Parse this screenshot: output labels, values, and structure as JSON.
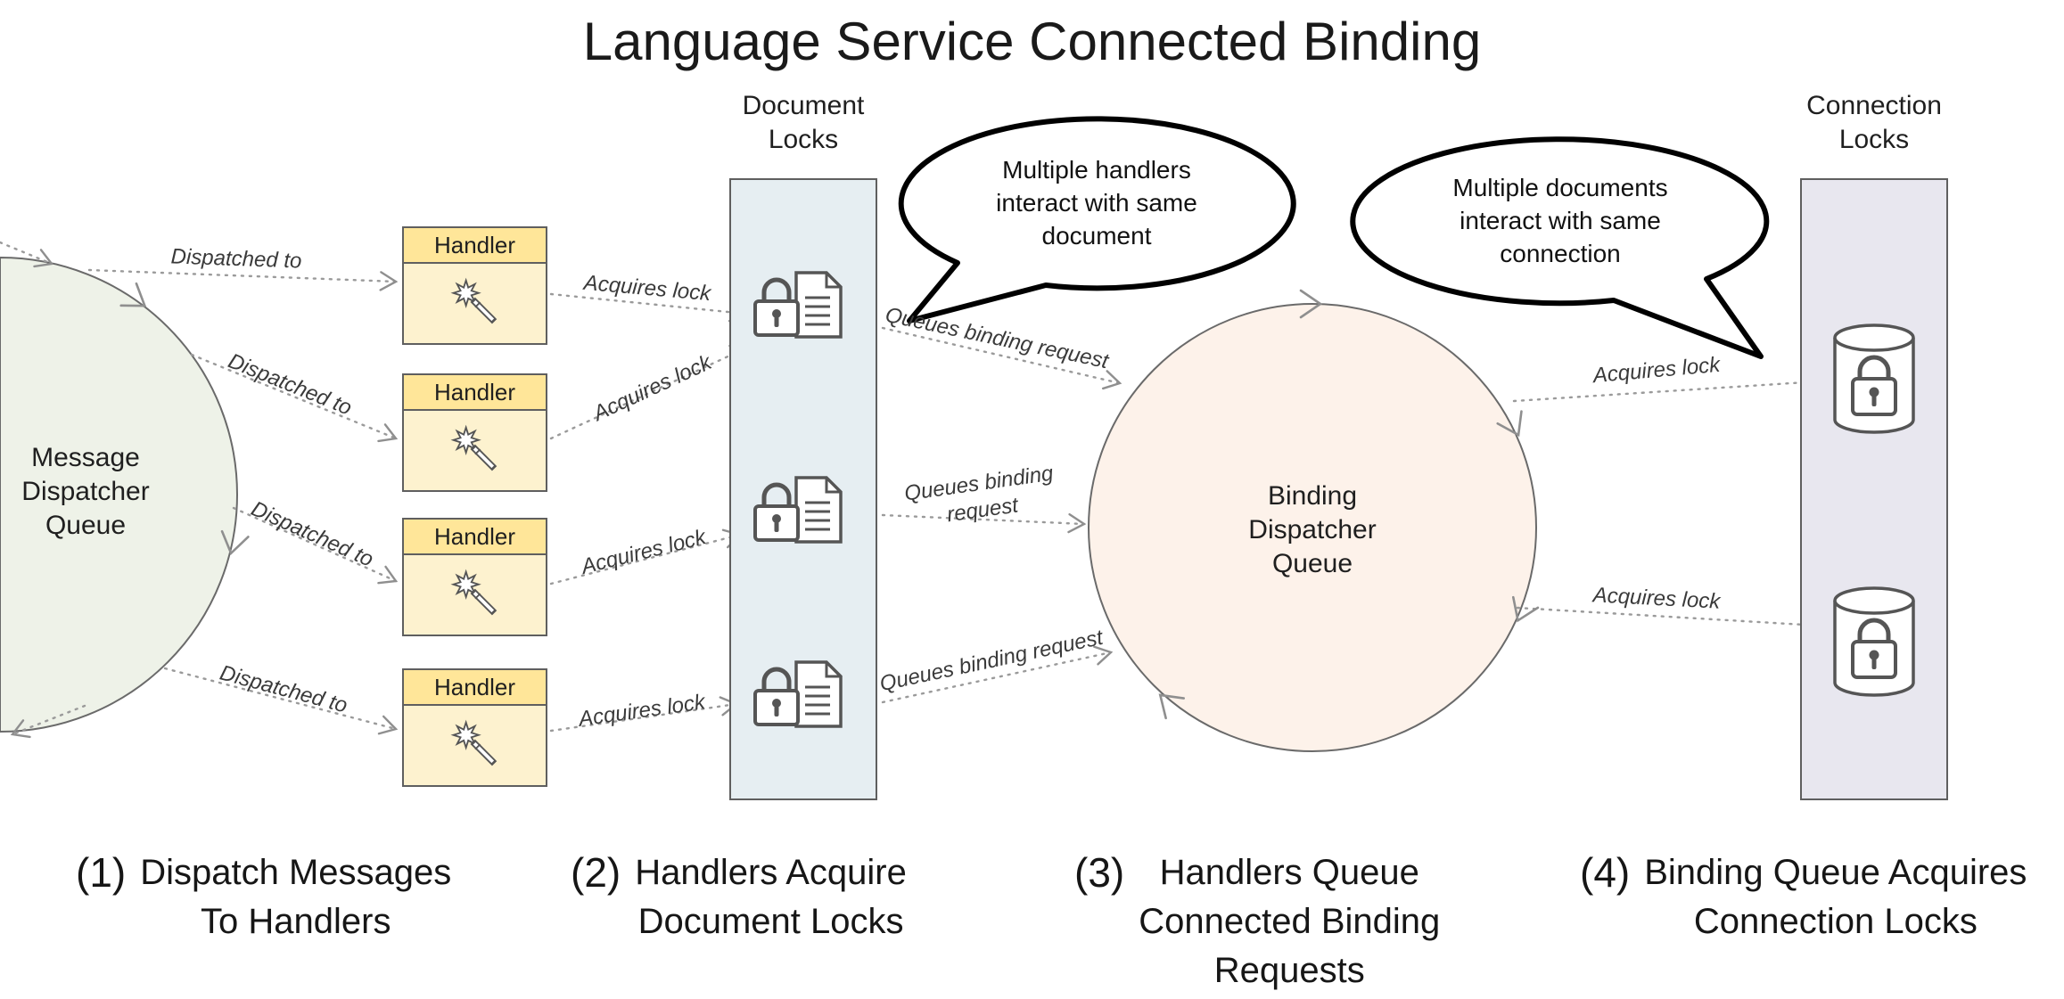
{
  "title": "Language Service Connected Binding",
  "message_queue": {
    "lines": [
      "Message",
      "Dispatcher",
      "Queue"
    ]
  },
  "handlers": {
    "title": "Handler"
  },
  "document_locks": {
    "lines": [
      "Document",
      "Locks"
    ]
  },
  "connection_locks": {
    "lines": [
      "Connection",
      "Locks"
    ]
  },
  "binding_queue": {
    "lines": [
      "Binding",
      "Dispatcher",
      "Queue"
    ]
  },
  "bubbles": {
    "handlers_doc": {
      "lines": [
        "Multiple handlers",
        "interact with same",
        "document"
      ]
    },
    "documents_conn": {
      "lines": [
        "Multiple documents",
        "interact with same",
        "connection"
      ]
    }
  },
  "edge_labels": {
    "dispatched_to": "Dispatched to",
    "acquires_lock": "Acquires lock",
    "queues_binding_request": "Queues binding request",
    "queues_binding_line1": "Queues binding",
    "queues_binding_line2": "request"
  },
  "captions": [
    {
      "num": "(1)",
      "lines": [
        "Dispatch Messages",
        "To Handlers"
      ]
    },
    {
      "num": "(2)",
      "lines": [
        "Handlers Acquire",
        "Document Locks"
      ]
    },
    {
      "num": "(3)",
      "lines": [
        "Handlers Queue",
        "Connected Binding",
        "Requests"
      ]
    },
    {
      "num": "(4)",
      "lines": [
        "Binding Queue Acquires",
        "Connection Locks"
      ]
    }
  ],
  "colors": {
    "handler_header": "#ffe699",
    "handler_body": "#fdf2cf",
    "document_locks_panel": "#e6eef2",
    "connection_locks_panel": "#e8e7ef",
    "message_queue_fill": "#eef2e8",
    "binding_queue_fill": "#fdf2ea",
    "outline": "#5f5f5f",
    "dotted_line": "#9a9a9a",
    "bubble_outline": "#000000"
  }
}
